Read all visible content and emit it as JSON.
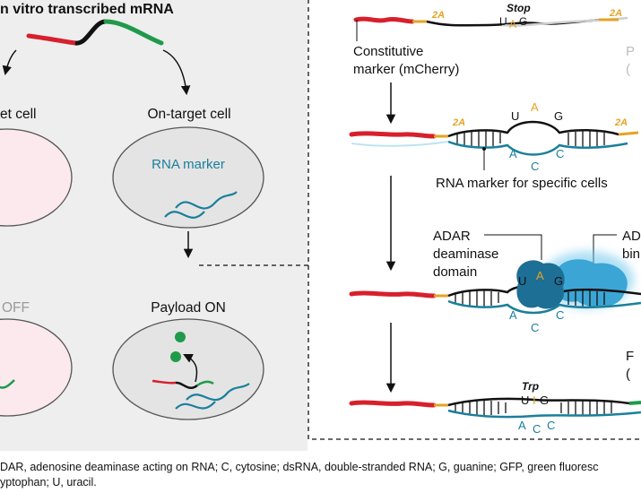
{
  "left_panel": {
    "title": "n vitro transcribed mRNA",
    "off_target_label": "et cell",
    "on_target_label": "On-target cell",
    "rna_marker_label": "RNA marker",
    "payload_off_label": "OFF",
    "payload_on_label": "Payload ON"
  },
  "right_panel": {
    "tag_2a": "2A",
    "stop_label": "Stop",
    "trp_label": "Trp",
    "codon": {
      "u": "U",
      "a": "A",
      "g": "G",
      "i": "I"
    },
    "partner": {
      "a": "A",
      "c1": "C",
      "c2": "C"
    },
    "constitutive_line1": "Constitutive",
    "constitutive_line2": "marker (mCherry)",
    "partial_p1": "P",
    "partial_p2": "(",
    "rna_marker_specific": "RNA marker for specific cells",
    "adar_line1": "ADAR",
    "adar_line2": "deaminase",
    "adar_line3": "domain",
    "adar_binding_line1": "AD",
    "adar_binding_line2": "bin",
    "row4_p1": "F",
    "row4_p2": "("
  },
  "footnote": {
    "line1": "DAR, adenosine deaminase acting on RNA; C, cytosine; dsRNA, double-stranded RNA; G, guanine; GFP, green fluoresc",
    "line2": "yptophan; U, uracil."
  },
  "colors": {
    "red": "#d7202c",
    "black": "#111111",
    "green": "#1f9a4a",
    "teal": "#1a7f9c",
    "gray": "#bdbdbd",
    "orange": "#e5a323",
    "cell_gray": "#e4e4e4",
    "cell_pink": "#fbe9ee",
    "adar_dark": "#1d6f95",
    "adar_light": "#3ba6d6"
  }
}
